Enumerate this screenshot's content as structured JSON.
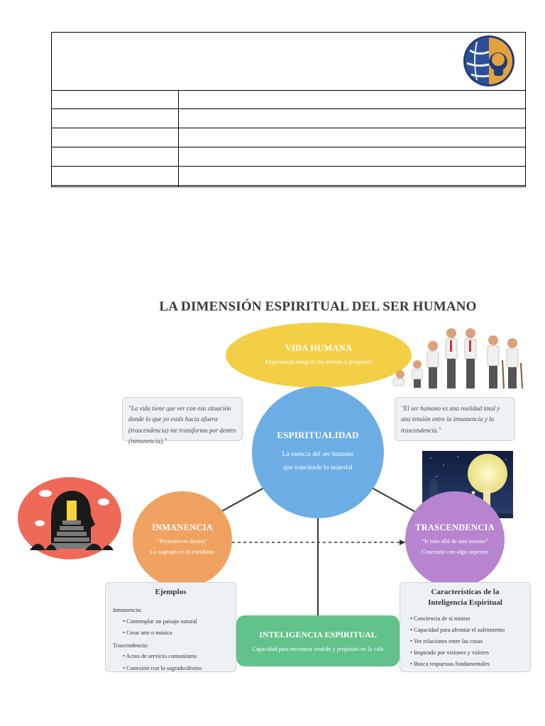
{
  "document": {
    "title": "LA DIMENSIÓN ESPIRITUAL DEL SER HUMANO"
  },
  "nodes": {
    "vida": {
      "title": "VIDA HUMANA",
      "subtitle": "Experiencia integral con sentido y propósito",
      "color": "#f3cf45"
    },
    "espiritualidad": {
      "title": "ESPIRITUALIDAD",
      "line1": "La esencia del ser humano",
      "line2": "que trasciende lo material",
      "color": "#6caee3"
    },
    "inmanencia": {
      "title": "INMANENCIA",
      "line1": "\"Permanecer dentro\"",
      "line2": "Lo sagrado en lo cotidiano",
      "color": "#f0a262"
    },
    "trascendencia": {
      "title": "TRASCENDENCIA",
      "line1": "\"Ir más allá de uno mismo\"",
      "line2": "Conexión con algo superior",
      "color": "#b784cf"
    },
    "inteligencia": {
      "title": "INTELIGENCIA ESPIRITUAL",
      "subtitle": "Capacidad para encontrar sentido y propósito en la vida",
      "color": "#62c28b"
    }
  },
  "quotes": {
    "left": "\"La vida tiene que ver con esa situación donde lo que yo estás hacia afuera (trascendencia) me transforma por dentro (inmanencia).\"",
    "right": "\"El ser humano es una realidad total y una tensión entre la inmanencia y la trascendencia.\""
  },
  "ejemplos": {
    "title": "Ejemplos",
    "sec1": "Inmanencia:",
    "items1": [
      "Contemplar un paisaje natural",
      "Crear arte o música"
    ],
    "sec2": "Trascendencia:",
    "items2": [
      "Actos de servicio comunitario",
      "Conexión con lo sagrado/divino"
    ]
  },
  "caracteristicas": {
    "title_line1": "Características de la",
    "title_line2": "Inteligencia Espiritual",
    "items": [
      "Conciencia de sí mismo",
      "Capacidad para afrontar el sufrimiento",
      "Ver relaciones entre las cosas",
      "Inspirado por visiones y valores",
      "Busca respuestas fundamentales"
    ]
  },
  "icons": [
    "logo-globe-icon",
    "evolution-figures-icon",
    "night-tree-icon",
    "head-door-stairs-icon"
  ]
}
